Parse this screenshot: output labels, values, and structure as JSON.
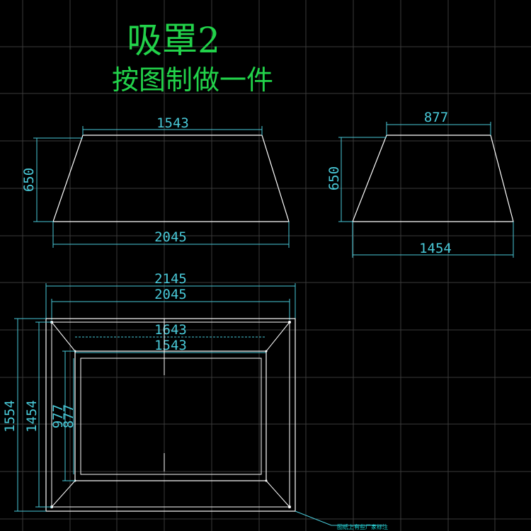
{
  "title": {
    "line1": "吸罩2",
    "line2": "按图制做一件"
  },
  "colors": {
    "background": "#000000",
    "grid": "#3a3a3a",
    "title": "#22d24a",
    "dimension": "#49c9d8",
    "geometry": "#ffffff"
  },
  "front_view": {
    "top_width": "1543",
    "height": "650",
    "bottom_width": "2045"
  },
  "side_view": {
    "top_width": "877",
    "height": "650",
    "bottom_width": "1454"
  },
  "plan_view": {
    "outer_width": "2145",
    "flange_width": "2045",
    "inner_top_1": "1643",
    "inner_top_2": "1543",
    "outer_height": "1554",
    "flange_height": "1454",
    "inner_depth_1": "977",
    "inner_depth_2": "877"
  },
  "note_text": "图纸上有些厂家标注"
}
